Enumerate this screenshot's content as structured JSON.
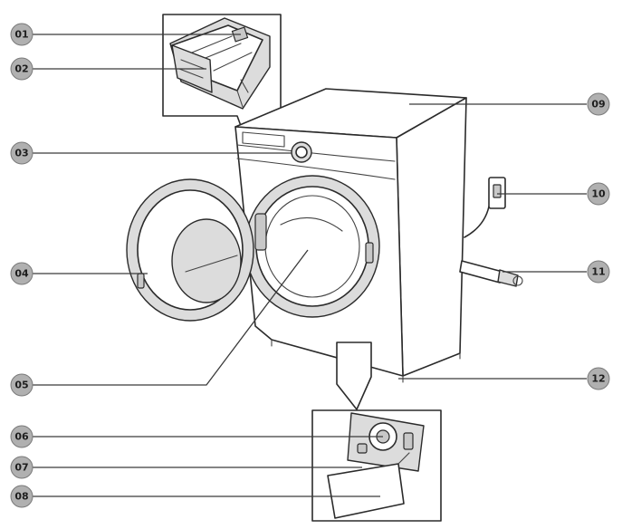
{
  "labels": [
    "01",
    "02",
    "03",
    "04",
    "05",
    "06",
    "07",
    "08",
    "09",
    "10",
    "11",
    "12"
  ],
  "colors": {
    "line": "#2b2b2b",
    "badge_fill": "#b0b0b0",
    "badge_text": "#1e1e1e",
    "background": "#ffffff"
  }
}
